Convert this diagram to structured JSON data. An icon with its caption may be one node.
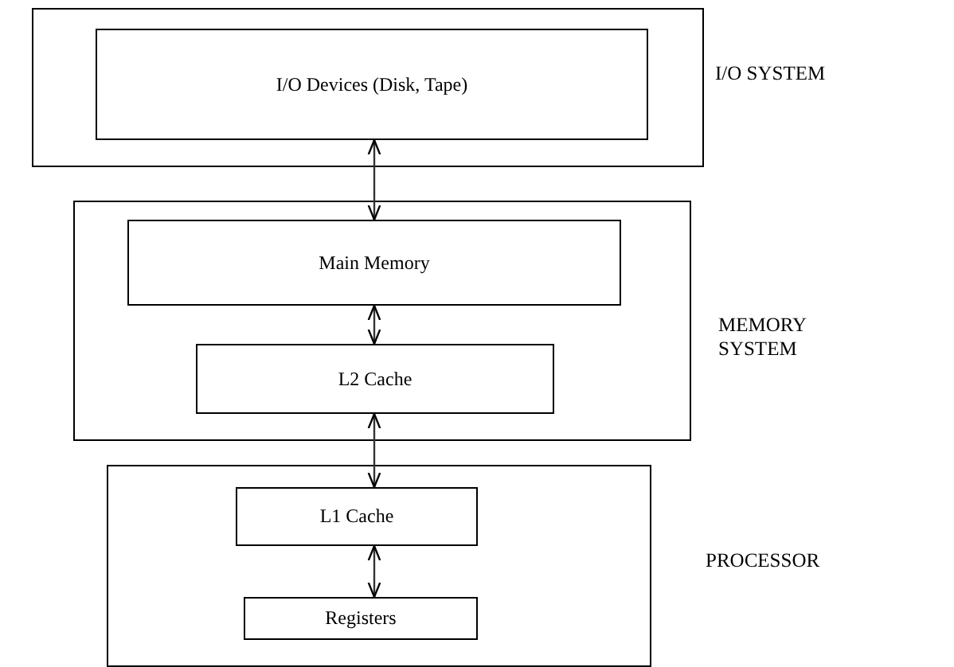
{
  "diagram": {
    "nodes": [
      {
        "text": [
          "I/O SYSTEM"
        ]
      },
      {
        "text": [
          "I/O Devices (Disk, Tape)"
        ],
        "in": 0
      },
      {
        "text": [
          "MEMORY SYSTEM"
        ]
      },
      {
        "text": [
          "Main Memory"
        ],
        "in": 2
      },
      {
        "text": [
          "L2 Cache"
        ],
        "in": 2
      },
      {
        "text": [
          "PROCESSOR"
        ]
      },
      {
        "text": [
          "L1 Cache"
        ],
        "in": 5
      },
      {
        "text": [
          "Registers"
        ],
        "in": 5
      }
    ],
    "edges": [
      {
        "from": 1,
        "to": 3,
        "arrow": "both"
      },
      {
        "from": 3,
        "to": 4,
        "arrow": "both"
      },
      {
        "from": 4,
        "to": 6,
        "arrow": "both"
      },
      {
        "from": 6,
        "to": 7,
        "arrow": "both"
      }
    ]
  }
}
